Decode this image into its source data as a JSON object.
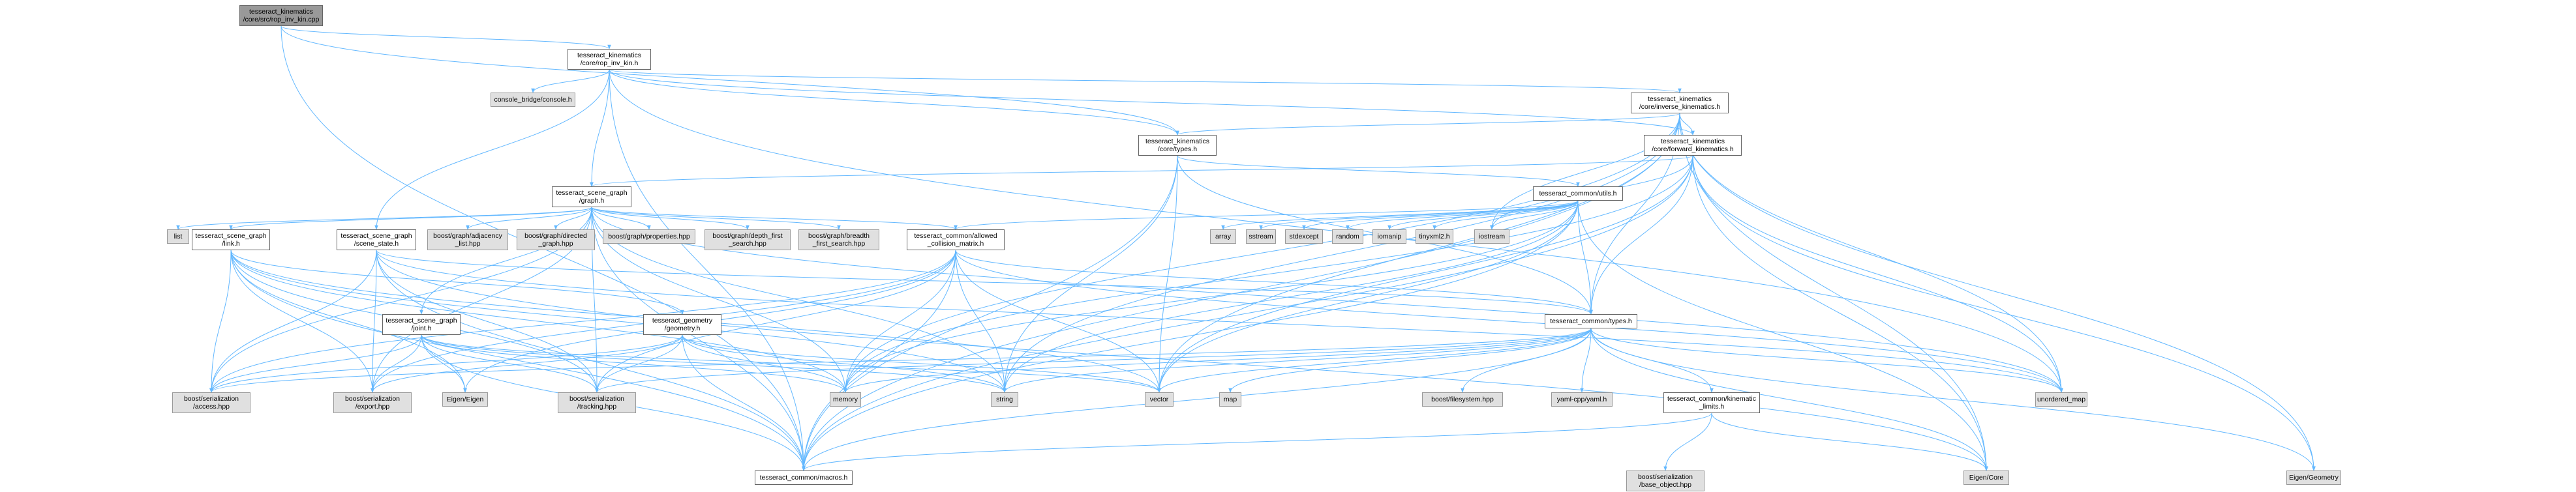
{
  "graph": {
    "nodes": [
      {
        "id": "root",
        "label": "tesseract_kinematics\n/core/src/rop_inv_kin.cpp",
        "kind": "root"
      },
      {
        "id": "rop",
        "label": "tesseract_kinematics\n/core/rop_inv_kin.h",
        "kind": "local"
      },
      {
        "id": "console",
        "label": "console_bridge/console.h",
        "kind": "system"
      },
      {
        "id": "invkin",
        "label": "tesseract_kinematics\n/core/inverse_kinematics.h",
        "kind": "local"
      },
      {
        "id": "ktypes",
        "label": "tesseract_kinematics\n/core/types.h",
        "kind": "local"
      },
      {
        "id": "fwdkin",
        "label": "tesseract_kinematics\n/core/forward_kinematics.h",
        "kind": "local"
      },
      {
        "id": "sgraph",
        "label": "tesseract_scene_graph\n/graph.h",
        "kind": "local"
      },
      {
        "id": "utils",
        "label": "tesseract_common/utils.h",
        "kind": "local"
      },
      {
        "id": "list",
        "label": "list",
        "kind": "system"
      },
      {
        "id": "link",
        "label": "tesseract_scene_graph\n/link.h",
        "kind": "local"
      },
      {
        "id": "sstate",
        "label": "tesseract_scene_graph\n/scene_state.h",
        "kind": "local"
      },
      {
        "id": "adjlist",
        "label": "boost/graph/adjacency\n_list.hpp",
        "kind": "system"
      },
      {
        "id": "directed",
        "label": "boost/graph/directed\n_graph.hpp",
        "kind": "system"
      },
      {
        "id": "props",
        "label": "boost/graph/properties.hpp",
        "kind": "system"
      },
      {
        "id": "dfs",
        "label": "boost/graph/depth_first\n_search.hpp",
        "kind": "system"
      },
      {
        "id": "bfs",
        "label": "boost/graph/breadth\n_first_search.hpp",
        "kind": "system"
      },
      {
        "id": "acm",
        "label": "tesseract_common/allowed\n_collision_matrix.h",
        "kind": "local"
      },
      {
        "id": "array",
        "label": "array",
        "kind": "system"
      },
      {
        "id": "sstream",
        "label": "sstream",
        "kind": "system"
      },
      {
        "id": "stdexcept",
        "label": "stdexcept",
        "kind": "system"
      },
      {
        "id": "random",
        "label": "random",
        "kind": "system"
      },
      {
        "id": "iomanip",
        "label": "iomanip",
        "kind": "system"
      },
      {
        "id": "tinyxml",
        "label": "tinyxml2.h",
        "kind": "system"
      },
      {
        "id": "iostream",
        "label": "iostream",
        "kind": "system"
      },
      {
        "id": "joint",
        "label": "tesseract_scene_graph\n/joint.h",
        "kind": "local"
      },
      {
        "id": "geom",
        "label": "tesseract_geometry\n/geometry.h",
        "kind": "local"
      },
      {
        "id": "ctypes",
        "label": "tesseract_common/types.h",
        "kind": "local"
      },
      {
        "id": "access",
        "label": "boost/serialization\n/access.hpp",
        "kind": "system"
      },
      {
        "id": "export",
        "label": "boost/serialization\n/export.hpp",
        "kind": "system"
      },
      {
        "id": "eigen",
        "label": "Eigen/Eigen",
        "kind": "system"
      },
      {
        "id": "tracking",
        "label": "boost/serialization\n/tracking.hpp",
        "kind": "system"
      },
      {
        "id": "memory",
        "label": "memory",
        "kind": "system"
      },
      {
        "id": "string",
        "label": "string",
        "kind": "system"
      },
      {
        "id": "vector",
        "label": "vector",
        "kind": "system"
      },
      {
        "id": "map",
        "label": "map",
        "kind": "system"
      },
      {
        "id": "fs",
        "label": "boost/filesystem.hpp",
        "kind": "system"
      },
      {
        "id": "yaml",
        "label": "yaml-cpp/yaml.h",
        "kind": "system"
      },
      {
        "id": "klimits",
        "label": "tesseract_common/kinematic\n_limits.h",
        "kind": "local"
      },
      {
        "id": "umap",
        "label": "unordered_map",
        "kind": "system"
      },
      {
        "id": "macros",
        "label": "tesseract_common/macros.h",
        "kind": "local"
      },
      {
        "id": "baseobj",
        "label": "boost/serialization\n/base_object.hpp",
        "kind": "system"
      },
      {
        "id": "eigencore",
        "label": "Eigen/Core",
        "kind": "system"
      },
      {
        "id": "eigengeom",
        "label": "Eigen/Geometry",
        "kind": "system"
      }
    ],
    "edges": [
      [
        "root",
        "rop"
      ],
      [
        "root",
        "ktypes"
      ],
      [
        "root",
        "macros"
      ],
      [
        "rop",
        "console"
      ],
      [
        "rop",
        "invkin"
      ],
      [
        "rop",
        "fwdkin"
      ],
      [
        "rop",
        "ktypes"
      ],
      [
        "rop",
        "sgraph"
      ],
      [
        "rop",
        "sstate"
      ],
      [
        "rop",
        "macros"
      ],
      [
        "rop",
        "umap"
      ],
      [
        "invkin",
        "ktypes"
      ],
      [
        "invkin",
        "fwdkin"
      ],
      [
        "invkin",
        "ctypes"
      ],
      [
        "invkin",
        "iostream"
      ],
      [
        "invkin",
        "umap"
      ],
      [
        "invkin",
        "vector"
      ],
      [
        "invkin",
        "memory"
      ],
      [
        "invkin",
        "string"
      ],
      [
        "invkin",
        "eigencore"
      ],
      [
        "invkin",
        "eigengeom"
      ],
      [
        "invkin",
        "macros"
      ],
      [
        "ktypes",
        "utils"
      ],
      [
        "ktypes",
        "ctypes"
      ],
      [
        "ktypes",
        "vector"
      ],
      [
        "ktypes",
        "string"
      ],
      [
        "ktypes",
        "macros"
      ],
      [
        "fwdkin",
        "sgraph"
      ],
      [
        "fwdkin",
        "ctypes"
      ],
      [
        "fwdkin",
        "iostream"
      ],
      [
        "fwdkin",
        "umap"
      ],
      [
        "fwdkin",
        "vector"
      ],
      [
        "fwdkin",
        "memory"
      ],
      [
        "fwdkin",
        "eigencore"
      ],
      [
        "fwdkin",
        "eigengeom"
      ],
      [
        "fwdkin",
        "macros"
      ],
      [
        "sgraph",
        "list"
      ],
      [
        "sgraph",
        "link"
      ],
      [
        "sgraph",
        "joint"
      ],
      [
        "sgraph",
        "adjlist"
      ],
      [
        "sgraph",
        "directed"
      ],
      [
        "sgraph",
        "props"
      ],
      [
        "sgraph",
        "dfs"
      ],
      [
        "sgraph",
        "bfs"
      ],
      [
        "sgraph",
        "acm"
      ],
      [
        "sgraph",
        "string"
      ],
      [
        "sgraph",
        "umap"
      ],
      [
        "sgraph",
        "access"
      ],
      [
        "sgraph",
        "export"
      ],
      [
        "sgraph",
        "tracking"
      ],
      [
        "sgraph",
        "macros"
      ],
      [
        "sgraph",
        "memory"
      ],
      [
        "utils",
        "array"
      ],
      [
        "utils",
        "sstream"
      ],
      [
        "utils",
        "stdexcept"
      ],
      [
        "utils",
        "random"
      ],
      [
        "utils",
        "iomanip"
      ],
      [
        "utils",
        "tinyxml"
      ],
      [
        "utils",
        "iostream"
      ],
      [
        "utils",
        "acm"
      ],
      [
        "utils",
        "ctypes"
      ],
      [
        "utils",
        "vector"
      ],
      [
        "utils",
        "string"
      ],
      [
        "utils",
        "memory"
      ],
      [
        "utils",
        "eigencore"
      ],
      [
        "utils",
        "macros"
      ],
      [
        "link",
        "geom"
      ],
      [
        "link",
        "access"
      ],
      [
        "link",
        "export"
      ],
      [
        "link",
        "eigen"
      ],
      [
        "link",
        "tracking"
      ],
      [
        "link",
        "memory"
      ],
      [
        "link",
        "string"
      ],
      [
        "link",
        "vector"
      ],
      [
        "link",
        "macros"
      ],
      [
        "sstate",
        "ctypes"
      ],
      [
        "sstate",
        "umap"
      ],
      [
        "sstate",
        "eigencore"
      ],
      [
        "sstate",
        "access"
      ],
      [
        "sstate",
        "export"
      ],
      [
        "sstate",
        "tracking"
      ],
      [
        "sstate",
        "macros"
      ],
      [
        "acm",
        "ctypes"
      ],
      [
        "acm",
        "vector"
      ],
      [
        "acm",
        "string"
      ],
      [
        "acm",
        "memory"
      ],
      [
        "acm",
        "umap"
      ],
      [
        "acm",
        "eigen"
      ],
      [
        "acm",
        "access"
      ],
      [
        "acm",
        "export"
      ],
      [
        "acm",
        "tracking"
      ],
      [
        "acm",
        "macros"
      ],
      [
        "joint",
        "access"
      ],
      [
        "joint",
        "export"
      ],
      [
        "joint",
        "eigen"
      ],
      [
        "joint",
        "tracking"
      ],
      [
        "joint",
        "memory"
      ],
      [
        "joint",
        "string"
      ],
      [
        "joint",
        "vector"
      ],
      [
        "joint",
        "macros"
      ],
      [
        "geom",
        "access"
      ],
      [
        "geom",
        "export"
      ],
      [
        "geom",
        "tracking"
      ],
      [
        "geom",
        "memory"
      ],
      [
        "geom",
        "string"
      ],
      [
        "geom",
        "vector"
      ],
      [
        "geom",
        "macros"
      ],
      [
        "ctypes",
        "vector"
      ],
      [
        "ctypes",
        "memory"
      ],
      [
        "ctypes",
        "map"
      ],
      [
        "ctypes",
        "fs"
      ],
      [
        "ctypes",
        "yaml"
      ],
      [
        "ctypes",
        "klimits"
      ],
      [
        "ctypes",
        "umap"
      ],
      [
        "ctypes",
        "eigencore"
      ],
      [
        "ctypes",
        "eigengeom"
      ],
      [
        "ctypes",
        "macros"
      ],
      [
        "ctypes",
        "access"
      ],
      [
        "ctypes",
        "tracking"
      ],
      [
        "ctypes",
        "string"
      ],
      [
        "klimits",
        "eigencore"
      ],
      [
        "klimits",
        "baseobj"
      ],
      [
        "klimits",
        "macros"
      ]
    ]
  }
}
